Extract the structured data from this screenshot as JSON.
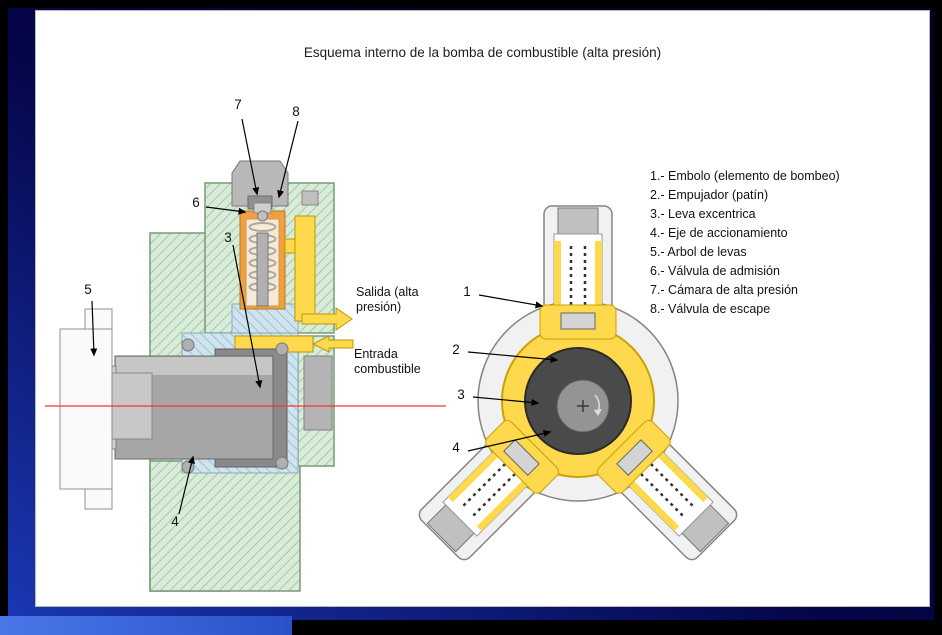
{
  "slide": {
    "title": "Esquema interno de la bomba de combustible (alta presión)",
    "legend": {
      "items": [
        "1.- Embolo (elemento de bombeo)",
        "2.- Empujador (patín)",
        "3.- Leva excentrica",
        "4.- Eje de accionamiento",
        "5.- Arbol de levas",
        "6.- Válvula de admisión",
        "7.- Cámara de alta presión",
        "8.- Válvula de escape"
      ]
    },
    "left_diagram": {
      "flow_labels": {
        "salida": "Salida (alta\npresión)",
        "entrada": "Entrada\ncombustible"
      },
      "callouts": {
        "c3": "3",
        "c4": "4",
        "c5": "5",
        "c6": "6",
        "c7": "7",
        "c8": "8"
      }
    },
    "right_diagram": {
      "callouts": {
        "c1": "1",
        "c2": "2",
        "c3": "3",
        "c4": "4"
      }
    },
    "palette": {
      "background_navy": "#05054a",
      "strip_blue": "#2a52c8",
      "fuel_yellow": "#ffd94d",
      "housing_green": "#d9ecd9",
      "barrel_orange": "#f0a040",
      "centerline_red": "#ff3333"
    }
  }
}
